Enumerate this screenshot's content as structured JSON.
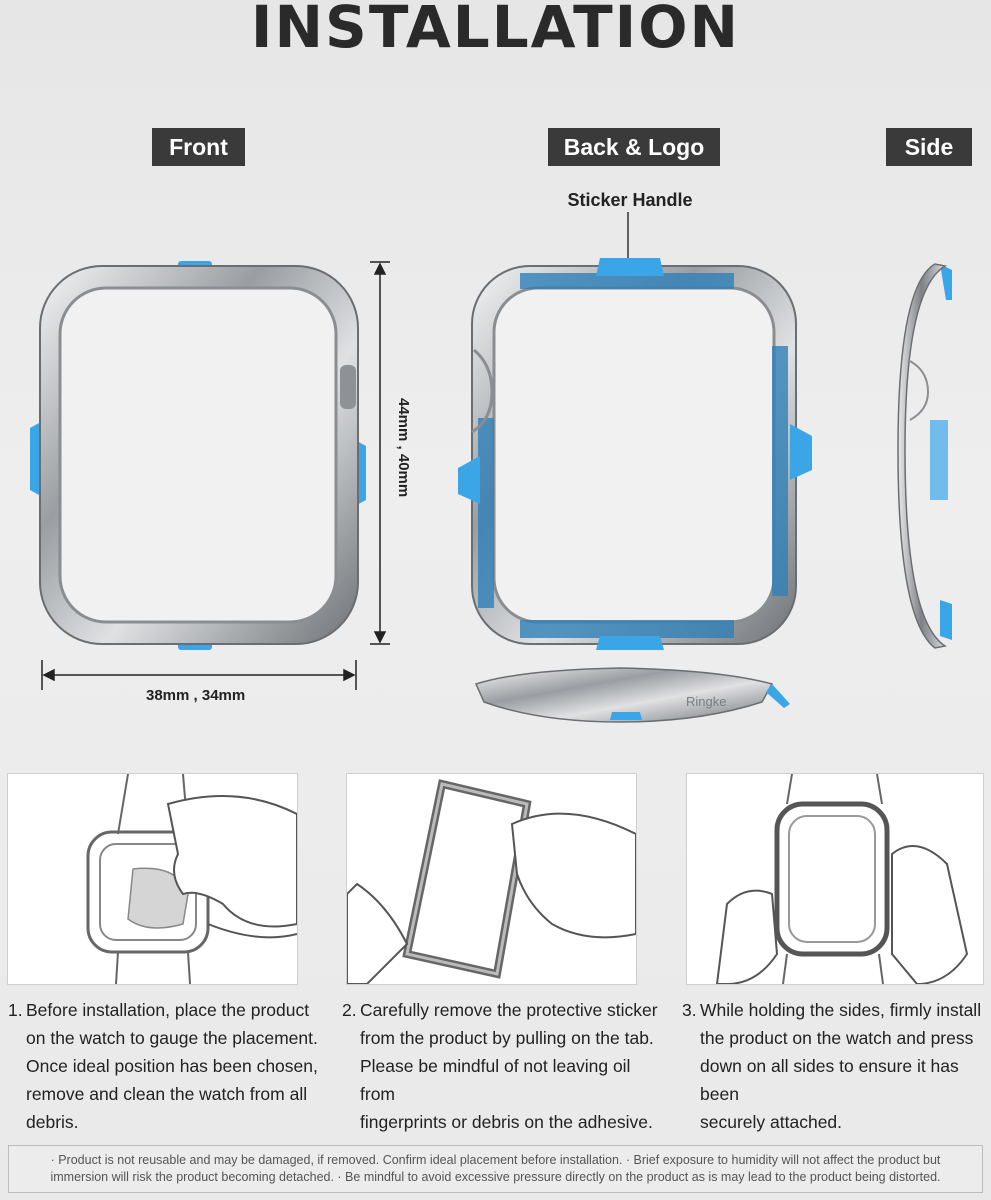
{
  "title": "INSTALLATION",
  "tags": {
    "front": "Front",
    "back": "Back & Logo",
    "side": "Side"
  },
  "callouts": {
    "sticker_handle": "Sticker Handle"
  },
  "dimensions": {
    "height": "44mm , 40mm",
    "width": "38mm , 34mm"
  },
  "brand_mark": "Ringke",
  "colors": {
    "accent_blue": "#3aa6e8",
    "tag_bg": "#3a3a3a",
    "frame_silver": "#b9bbbe"
  },
  "steps": [
    {
      "num": "1.",
      "text": "Before installation, place the product\non the watch to gauge the placement.\nOnce ideal position has been chosen,\nremove and clean the watch from all\ndebris."
    },
    {
      "num": "2.",
      "text": "Carefully remove the protective sticker\nfrom the product by pulling on the tab.\nPlease be mindful of not leaving oil from\nfingerprints or debris on the adhesive."
    },
    {
      "num": "3.",
      "text": "While holding the sides, firmly install\nthe product on the watch and press\ndown on all sides to ensure it has been\nsecurely attached."
    }
  ],
  "notes": {
    "line1": "· Product is not reusable and may be damaged, if removed. Confirm ideal placement before installation.    · Brief exposure to humidity will not affect the product but",
    "line2": "immersion will risk the product becoming detached.   · Be mindful to avoid excessive pressure directly on the product as is may lead to the product being distorted."
  }
}
